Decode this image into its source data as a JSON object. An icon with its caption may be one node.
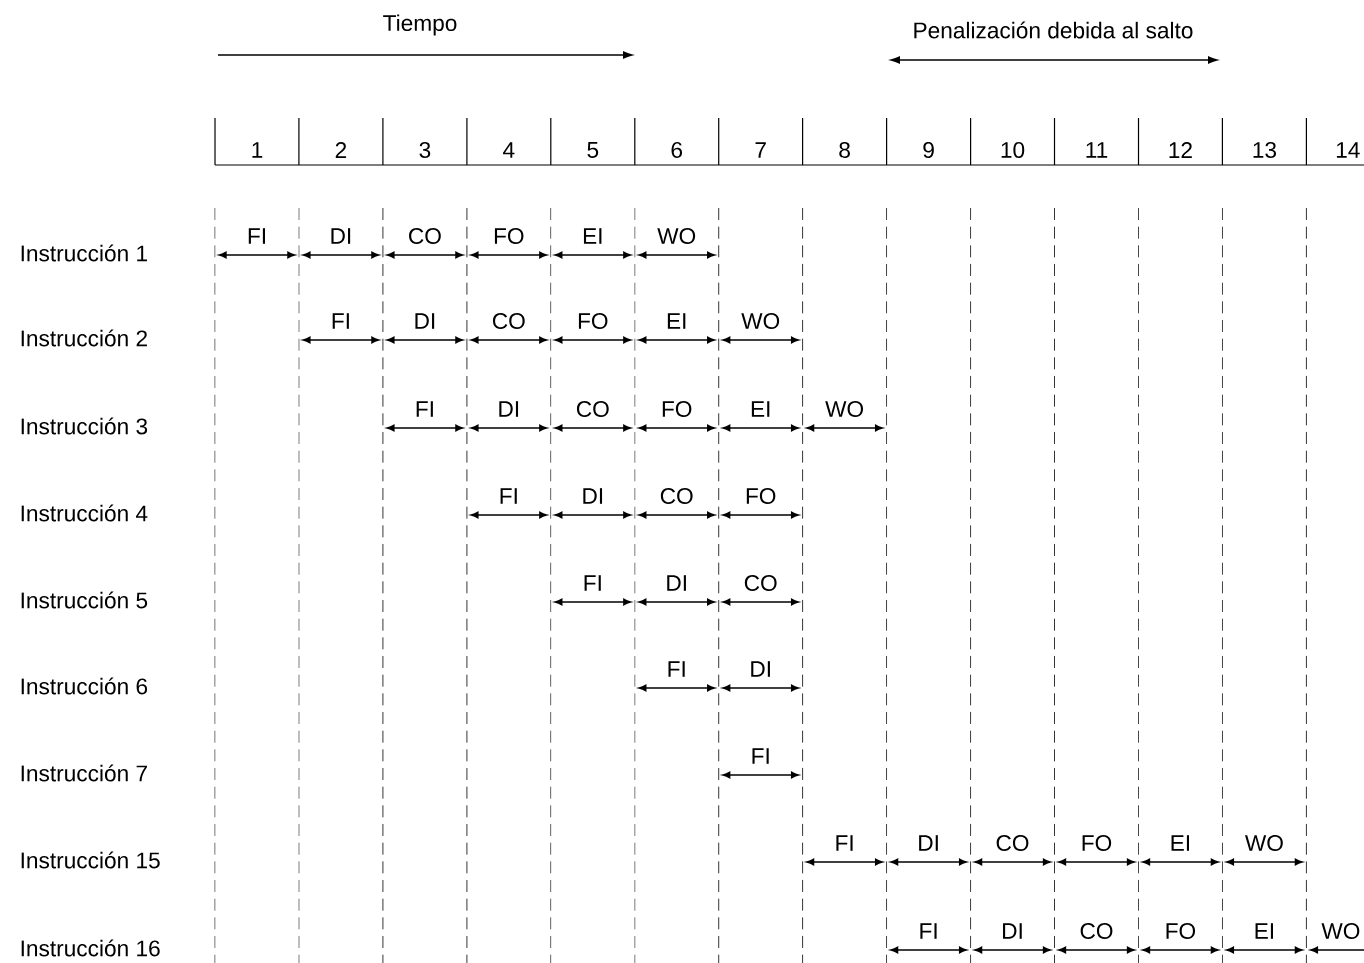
{
  "diagram": {
    "labels": [
      "Tiempo",
      "Penalización debida al salto",
      "1",
      "2",
      "3",
      "4",
      "5",
      "6",
      "7",
      "8",
      "9",
      "10",
      "11",
      "12",
      "13",
      "14",
      "Instrucción 1",
      "FI",
      "DI",
      "CO",
      "FO",
      "EI",
      "WO",
      "Instrucción 2",
      "FI",
      "DI",
      "CO",
      "FO",
      "EI",
      "WO",
      "Instrucción 3",
      "FI",
      "DI",
      "CO",
      "FO",
      "EI",
      "WO",
      "Instrucción 4",
      "FI",
      "DI",
      "CO",
      "FO",
      "Instrucción 5",
      "FI",
      "DI",
      "CO",
      "Instrucción 6",
      "FI",
      "DI",
      "Instrucción 7",
      "FI",
      "Instrucción 15",
      "FI",
      "DI",
      "CO",
      "FO",
      "EI",
      "WO",
      "Instrucción 16",
      "FI",
      "DI",
      "CO",
      "FO",
      "EI",
      "WO"
    ]
  }
}
